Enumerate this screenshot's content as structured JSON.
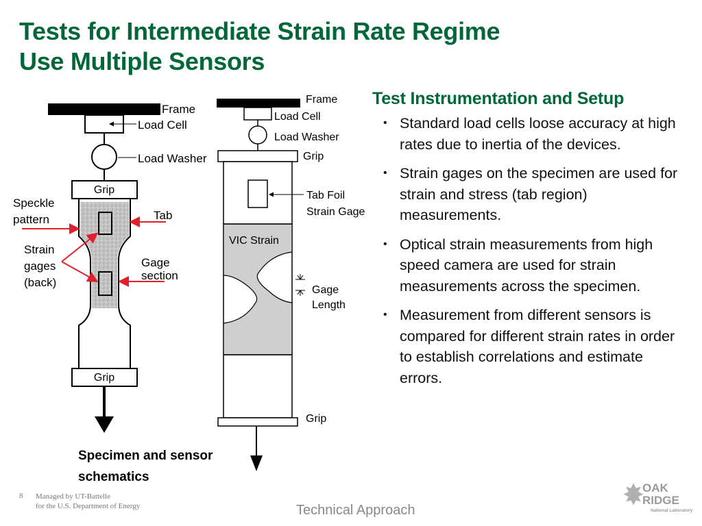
{
  "slide": {
    "title_line1": "Tests for Intermediate Strain Rate Regime",
    "title_line2": "Use Multiple Sensors",
    "subheading": "Test Instrumentation and Setup",
    "bullets": [
      "Standard load cells loose accuracy at high rates due to inertia of the devices.",
      "Strain gages on the specimen are used for strain and stress (tab region) measurements.",
      "Optical strain measurements from high speed camera are used for strain measurements across the specimen.",
      "Measurement from different sensors is compared for different strain rates in order to establish correlations and estimate errors."
    ],
    "caption": "Specimen and sensor schematics",
    "slide_number": "8",
    "managed_by_line1": "Managed by UT-Battelle",
    "managed_by_line2": "for the U.S. Department of Energy",
    "section": "Technical Approach"
  },
  "left_diagram": {
    "frame": "Frame",
    "load_cell": "Load Cell",
    "load_washer": "Load Washer",
    "grip_top": "Grip",
    "grip_bottom": "Grip",
    "speckle_line1": "Speckle",
    "speckle_line2": "pattern",
    "tab": "Tab",
    "strain_line1": "Strain",
    "strain_line2": "gages",
    "strain_line3": "(back)",
    "gage_line1": "Gage",
    "gage_line2": "section"
  },
  "right_diagram": {
    "frame": "Frame",
    "load_cell": "Load Cell",
    "load_washer": "Load Washer",
    "grip_top": "Grip",
    "tab_foil_line1": "Tab Foil",
    "tab_foil_line2": "Strain Gage",
    "vic_strain": "VIC Strain",
    "gage_line1": "Gage",
    "gage_line2": "Length",
    "grip_bottom": "Grip"
  },
  "logo": {
    "line1": "OAK",
    "line2": "RIDGE",
    "line3": "National Laboratory"
  },
  "colors": {
    "title_green": "#006838",
    "arrow_red": "#e0202a",
    "speckle_gray": "#c8c8c8"
  }
}
